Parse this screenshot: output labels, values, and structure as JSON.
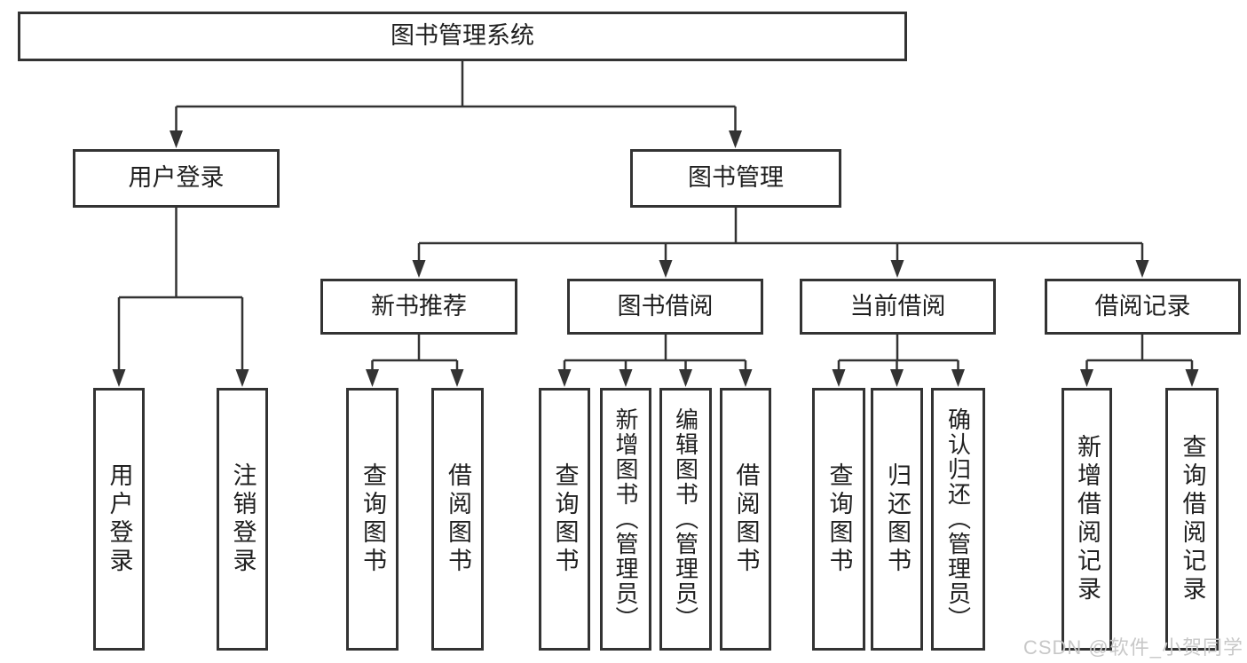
{
  "colors": {
    "line": "#333333",
    "text": "#1f1f1f",
    "background": "#ffffff",
    "watermark": "#c8c8c8"
  },
  "watermark": {
    "text": "CSDN @软件_小贺同学"
  },
  "tree": {
    "root": {
      "label": "图书管理系统",
      "children": [
        {
          "label": "用户登录",
          "children": [
            {
              "label": "用户登录"
            },
            {
              "label": "注销登录"
            }
          ]
        },
        {
          "label": "图书管理",
          "children": [
            {
              "label": "新书推荐",
              "children": [
                {
                  "label": "查询图书"
                },
                {
                  "label": "借阅图书"
                }
              ]
            },
            {
              "label": "图书借阅",
              "children": [
                {
                  "label": "查询图书"
                },
                {
                  "label": "新增图书（管理员）"
                },
                {
                  "label": "编辑图书（管理员）"
                },
                {
                  "label": "借阅图书"
                }
              ]
            },
            {
              "label": "当前借阅",
              "children": [
                {
                  "label": "查询图书"
                },
                {
                  "label": "归还图书"
                },
                {
                  "label": "确认归还（管理员）"
                }
              ]
            },
            {
              "label": "借阅记录",
              "children": [
                {
                  "label": "新增借阅记录"
                },
                {
                  "label": "查询借阅记录"
                }
              ]
            }
          ]
        }
      ]
    }
  }
}
